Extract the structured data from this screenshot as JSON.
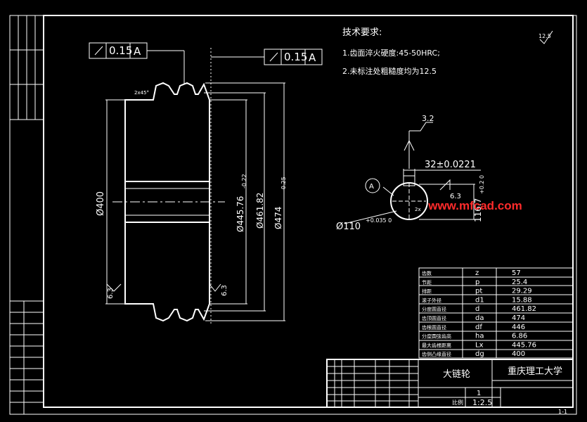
{
  "drawing": {
    "tech_req_title": "技术要求:",
    "tech_req_1": "1.齿面淬火硬度:45-50HRC;",
    "tech_req_2": "2.未标注处粗糙度均为12.5",
    "roughness_global": "12.5"
  },
  "tolerances": {
    "left_runout": "0.15",
    "left_datum": "A",
    "right_runout": "0.15",
    "right_datum": "A"
  },
  "dims": {
    "chamfer": "2x45°",
    "bore_dia": "Ø400",
    "dia_a": "Ø445.76",
    "dia_a_tol": "-0.22",
    "dia_b": "Ø461.82",
    "dia_c": "Ø474",
    "dia_c_tol": "-0.25",
    "rough_left": "6.3",
    "rough_right": "6.3",
    "key_rough": "3.2",
    "key_width": "32±0.0221",
    "datum_circle": "A",
    "hub_bore": "Ø110",
    "hub_bore_tol": "+0.035\n0",
    "key_depth": "116.7",
    "key_depth_tol": "+0.2\n0",
    "key_rough2": "6.3",
    "small_note": "2x"
  },
  "params": [
    {
      "label": "齿数",
      "symbol": "z",
      "value": "57"
    },
    {
      "label": "节距",
      "symbol": "p",
      "value": "25.4"
    },
    {
      "label": "排距",
      "symbol": "pt",
      "value": "29.29"
    },
    {
      "label": "滚子外径",
      "symbol": "d1",
      "value": "15.88"
    },
    {
      "label": "分度圆直径",
      "symbol": "d",
      "value": "461.82"
    },
    {
      "label": "齿顶圆直径",
      "symbol": "da",
      "value": "474"
    },
    {
      "label": "齿根圆直径",
      "symbol": "df",
      "value": "446"
    },
    {
      "label": "分度圆弦齿高",
      "symbol": "ha",
      "value": "6.86"
    },
    {
      "label": "最大齿根距离",
      "symbol": "Lx",
      "value": "445.76"
    },
    {
      "label": "齿侧凸缘直径",
      "symbol": "dg",
      "value": "400"
    }
  ],
  "title_block": {
    "part_name": "大链轮",
    "school": "重庆理工大学",
    "quantity": "1",
    "scale": "1:2.5",
    "scale_label": "比例",
    "page_mark": "1-1"
  },
  "watermark": "www.mfcad.com"
}
